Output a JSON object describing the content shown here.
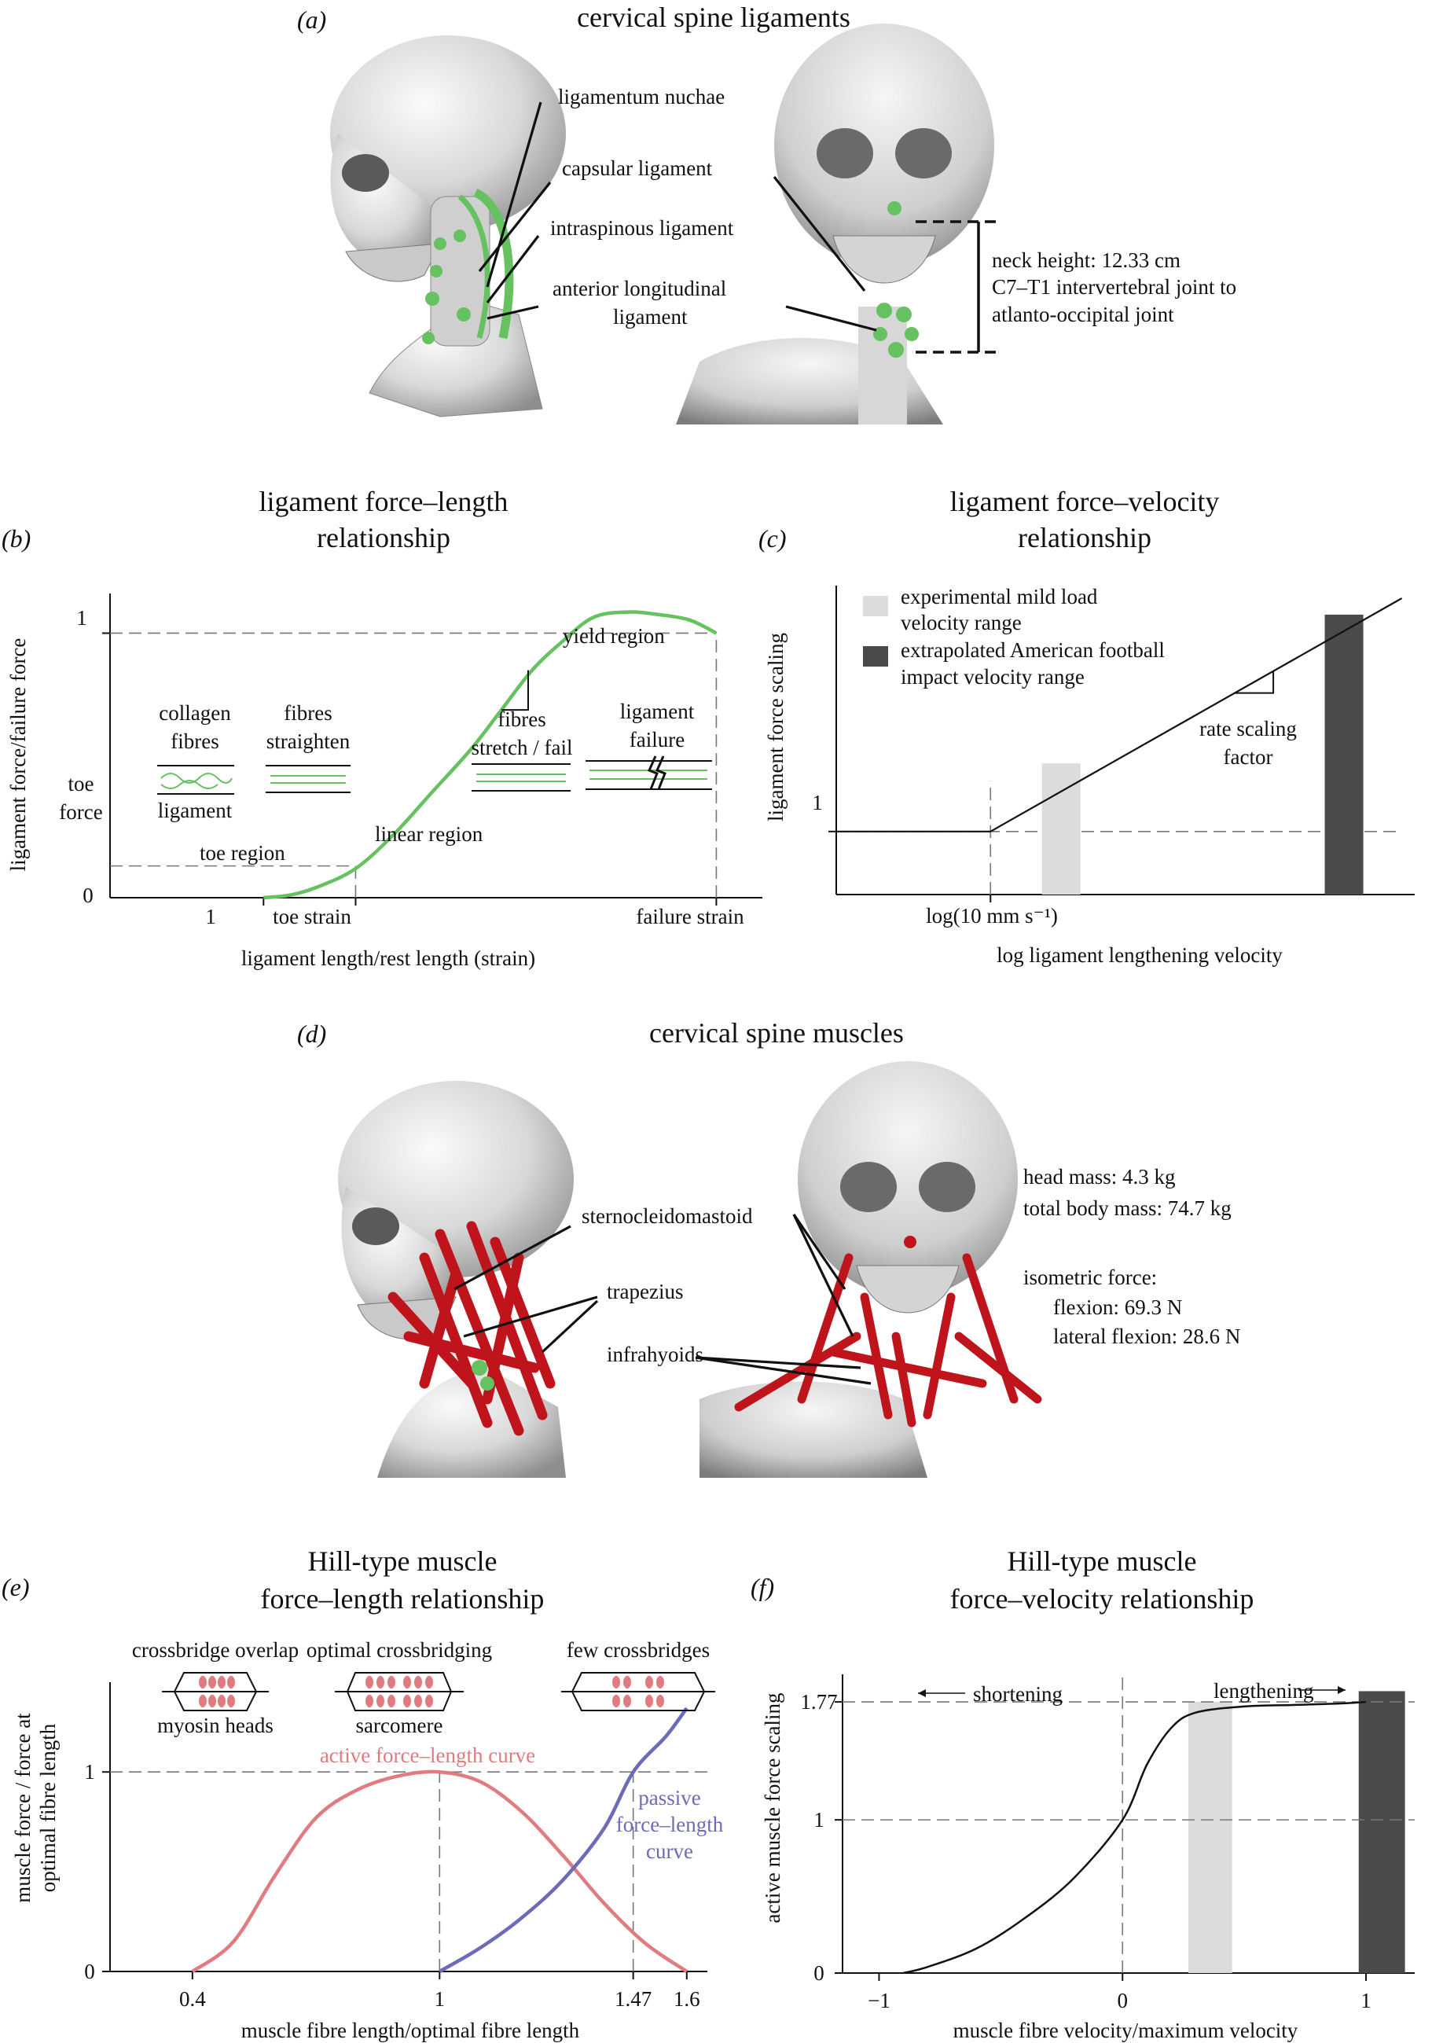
{
  "panels": {
    "a": {
      "label": "(a)",
      "title": "cervical spine ligaments",
      "ligaments": [
        "ligamentum nuchae",
        "capsular ligament",
        "intraspinous ligament",
        "anterior longitudinal",
        "ligament"
      ],
      "neck": [
        "neck height: 12.33 cm",
        "C7–T1 intervertebral joint to",
        "atlanto-occipital joint"
      ]
    },
    "b": {
      "label": "(b)",
      "title1": "ligament force–length",
      "title2": "relationship",
      "ylabel": "ligament force/failure force",
      "xlabel": "ligament length/rest length (strain)",
      "yticks": {
        "one": "1",
        "zero": "0",
        "toe1": "toe",
        "toe2": "force"
      },
      "xticks": {
        "one": "1",
        "toe": "toe strain",
        "failure": "failure strain"
      },
      "regions": {
        "toe": "toe region",
        "linear": "linear region",
        "yield": "yield region"
      },
      "stages": {
        "collagen1": "collagen",
        "collagen2": "fibres",
        "ligament": "ligament",
        "straighten1": "fibres",
        "straighten2": "straighten",
        "stretch1": "fibres",
        "stretch2": "stretch / fail",
        "failure1": "ligament",
        "failure2": "failure"
      }
    },
    "c": {
      "label": "(c)",
      "title1": "ligament force–velocity",
      "title2": "relationship",
      "ylabel": "ligament force scaling",
      "xlabel": "log ligament lengthening velocity",
      "ytick": "1",
      "xtick": "log(10 mm s⁻¹)",
      "legend": [
        "experimental mild load",
        "velocity range",
        "extrapolated American football",
        "impact velocity range"
      ],
      "rate1": "rate scaling",
      "rate2": "factor"
    },
    "d": {
      "label": "(d)",
      "title": "cervical spine muscles",
      "muscles": [
        "sternocleidomastoid",
        "trapezius",
        "infrahyoids"
      ],
      "info": [
        "head mass: 4.3 kg",
        "total body mass: 74.7 kg",
        "isometric force:",
        "flexion: 69.3 N",
        "lateral flexion: 28.6 N"
      ]
    },
    "e": {
      "label": "(e)",
      "title1": "Hill-type muscle",
      "title2": "force–length relationship",
      "ylabel1": "muscle force / force at",
      "ylabel2": "optimal fibre length",
      "xlabel": "muscle fibre length/optimal fibre length",
      "xticks": [
        "0.4",
        "1",
        "1.47",
        "1.6"
      ],
      "yticks": [
        "0",
        "1"
      ],
      "sarc": [
        "crossbridge overlap",
        "optimal crossbridging",
        "few crossbridges",
        "myosin heads",
        "sarcomere"
      ],
      "active": "active force–length curve",
      "passive": [
        "passive",
        "force–length",
        "curve"
      ]
    },
    "f": {
      "label": "(f)",
      "title1": "Hill-type muscle",
      "title2": "force–velocity relationship",
      "ylabel": "active muscle force scaling",
      "xlabel": "muscle fibre velocity/maximum velocity",
      "xticks": [
        "−1",
        "0",
        "1"
      ],
      "yticks": [
        "0",
        "1",
        "1.77"
      ],
      "shortening": "shortening",
      "lengthening": "lengthening"
    }
  },
  "colors": {
    "ligament_green": "#66c160",
    "muscle_red": "#c0141c",
    "active_curve": "#e07b80",
    "passive_curve": "#6b6bb8",
    "light_bar": "#dcdcdc",
    "dark_bar": "#4a4a4a"
  },
  "chart_data": [
    {
      "type": "line",
      "panel": "b",
      "series": [
        {
          "x": [
            1.0,
            1.07,
            1.14,
            1.24,
            1.34,
            1.44,
            1.54,
            1.62,
            1.7,
            1.78,
            1.86,
            1.95,
            2.03,
            2.11,
            2.18
          ],
          "y": [
            0.0,
            0.01,
            0.04,
            0.11,
            0.24,
            0.4,
            0.56,
            0.71,
            0.86,
            0.97,
            1.06,
            1.08,
            1.07,
            1.05,
            1.0
          ]
        }
      ],
      "xlim": [
        0.6,
        2.3
      ],
      "ylim": [
        0,
        1.15
      ]
    },
    {
      "type": "bar",
      "panel": "c",
      "bars": [
        {
          "x0": 0.2,
          "x1": 0.35,
          "height": 1.54
        },
        {
          "x0": 1.3,
          "x1": 1.45,
          "height": 2.72
        }
      ],
      "line": {
        "x": [
          -0.6,
          0,
          1.6
        ],
        "y": [
          1,
          1,
          2.85
        ]
      },
      "xlim": [
        -0.6,
        1.65
      ],
      "ylim": [
        0.5,
        2.95
      ]
    },
    {
      "type": "line",
      "panel": "e",
      "series": [
        {
          "x": [
            0.4,
            0.5,
            0.6,
            0.7,
            0.8,
            0.9,
            1.0,
            1.1,
            1.2,
            1.3,
            1.4,
            1.5,
            1.6
          ],
          "y": [
            0.0,
            0.15,
            0.48,
            0.77,
            0.91,
            0.98,
            1.0,
            0.95,
            0.8,
            0.58,
            0.34,
            0.14,
            0.0
          ]
        },
        {
          "x": [
            1.0,
            1.1,
            1.2,
            1.3,
            1.4,
            1.47,
            1.55,
            1.6
          ],
          "y": [
            0.0,
            0.12,
            0.27,
            0.46,
            0.72,
            1.0,
            1.18,
            1.32
          ]
        }
      ],
      "xlim": [
        0.2,
        1.65
      ],
      "ylim": [
        0,
        1.45
      ]
    },
    {
      "type": "line",
      "panel": "f",
      "series": [
        {
          "x": [
            -0.9,
            -0.8,
            -0.6,
            -0.4,
            -0.2,
            0.0,
            0.1,
            0.2,
            0.3,
            0.5,
            0.7,
            0.9,
            1.0
          ],
          "y": [
            0.0,
            0.04,
            0.16,
            0.36,
            0.62,
            1.0,
            1.36,
            1.6,
            1.7,
            1.74,
            1.75,
            1.76,
            1.77
          ]
        }
      ],
      "bars": [
        {
          "x0": 0.27,
          "x1": 0.45,
          "height": 1.77
        },
        {
          "x0": 0.97,
          "x1": 1.16,
          "height": 1.84
        }
      ],
      "xlim": [
        -1.15,
        1.2
      ],
      "ylim": [
        0,
        1.95
      ]
    }
  ]
}
